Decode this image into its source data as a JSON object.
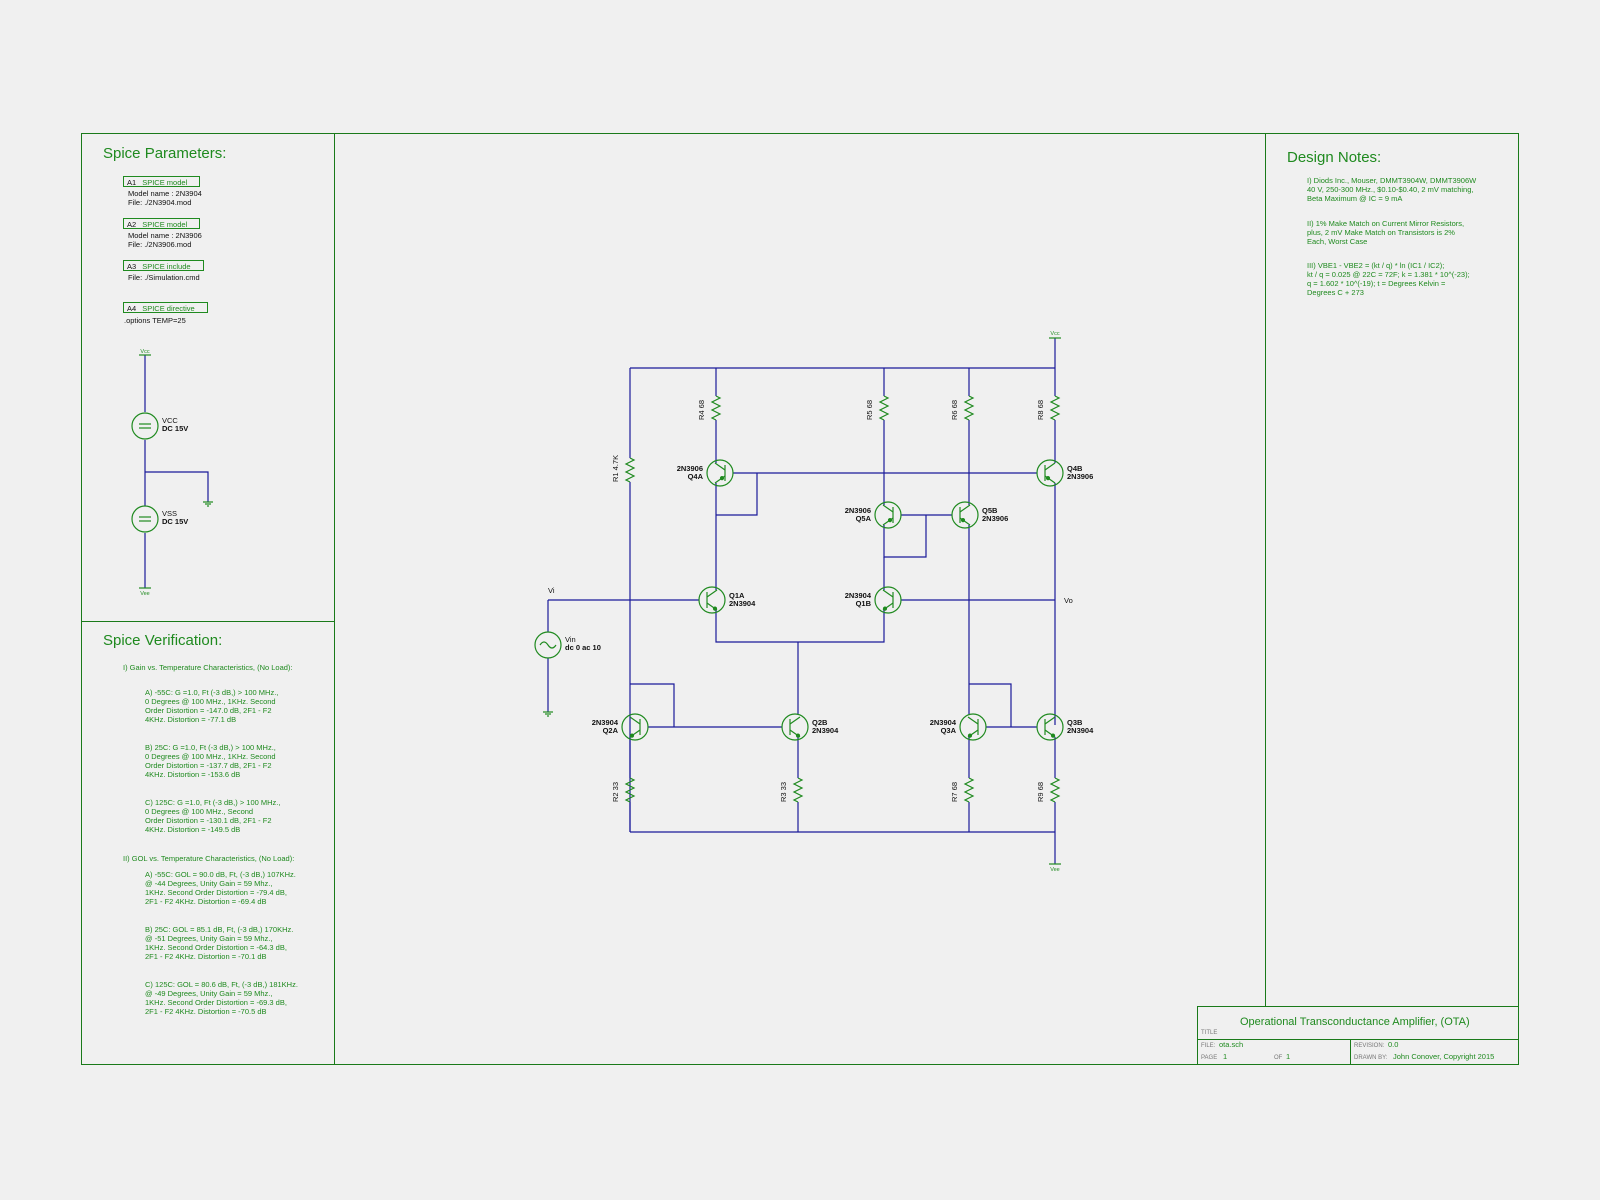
{
  "left_panel": {
    "spice_params_title": "Spice Parameters:",
    "spice_blocks": [
      {
        "id": "A1",
        "type": "SPICE model",
        "lines": [
          "Model name : 2N3904",
          "File: ./2N3904.mod"
        ]
      },
      {
        "id": "A2",
        "type": "SPICE model",
        "lines": [
          "Model name : 2N3906",
          "File: ./2N3906.mod"
        ]
      },
      {
        "id": "A3",
        "type": "SPICE include",
        "lines": [
          "File: ./Simulation.cmd"
        ]
      },
      {
        "id": "A4",
        "type": "SPICE directive",
        "lines": [
          ".options TEMP=25"
        ]
      }
    ],
    "supplies": {
      "vcc_net": "Vcc",
      "vee_net": "Vee",
      "vcc_name": "VCC",
      "vcc_value": "DC 15V",
      "vss_name": "VSS",
      "vss_value": "DC 15V"
    },
    "spice_verification_title": "Spice Verification:",
    "gain_heading": "I) Gain vs. Temperature Characteristics, (No Load):",
    "gain_items": [
      "A) -55C: G =1.0, Ft (-3 dB,) > 100 MHz.,\n0 Degrees @ 100 MHz., 1KHz. Second\nOrder Distortion = -147.0 dB, 2F1 - F2\n4KHz. Distortion = -77.1 dB",
      "B) 25C: G =1.0, Ft (-3 dB,) > 100 MHz.,\n0 Degrees @ 100 MHz., 1KHz. Second\nOrder Distortion = -137.7 dB, 2F1 - F2\n4KHz. Distortion = -153.6 dB",
      "C) 125C: G =1.0, Ft (-3 dB,) > 100 MHz.,\n0 Degrees @ 100 MHz., Second\nOrder Distortion = -130.1 dB, 2F1 - F2\n4KHz. Distortion = -149.5 dB"
    ],
    "gol_heading": "II) GOL vs. Temperature Characteristics, (No Load):",
    "gol_items": [
      "A) -55C: GOL = 90.0 dB, Ft, (-3 dB,) 107KHz.\n@ -44 Degrees, Unity Gain = 59 Mhz.,\n1KHz. Second Order Distortion = -79.4 dB,\n2F1 - F2 4KHz. Distortion = -69.4 dB",
      "B) 25C: GOL = 85.1 dB, Ft, (-3 dB,) 170KHz.\n@ -51 Degrees, Unity Gain = 59 Mhz.,\n1KHz. Second Order Distortion = -64.3 dB,\n2F1 - F2 4KHz. Distortion = -70.1 dB",
      "C) 125C: GOL = 80.6 dB, Ft, (-3 dB,) 181KHz.\n@ -49 Degrees, Unity Gain = 59 Mhz.,\n1KHz. Second Order Distortion = -69.3 dB,\n2F1 - F2 4KHz. Distortion = -70.5 dB"
    ]
  },
  "design_notes": {
    "title": "Design Notes:",
    "notes": [
      "I) Diods Inc., Mouser, DMMT3904W, DMMT3906W\n40 V, 250-300 MHz., $0.10-$0.40, 2 mV matching,\nBeta Maximum @ IC = 9 mA",
      "II) 1% Make Match on Current Mirror Resistors,\nplus, 2 mV Make Match on Transistors is 2%\nEach, Worst Case",
      "III) VBE1 - VBE2 = (kt / q) * ln (IC1 / IC2);\nkt / q = 0.025 @ 22C = 72F; k = 1.381 * 10^(-23);\nq = 1.602 * 10^(-19); t = Degrees Kelvin =\nDegrees C + 273"
    ]
  },
  "schematic": {
    "vcc_label": "Vcc",
    "vee_label": "Vee",
    "vi_label": "Vi",
    "vo_label": "Vo",
    "source_name": "Vin",
    "source_value": "dc 0 ac 10",
    "transistors": [
      {
        "ref": "Q4A",
        "part": "2N3906"
      },
      {
        "ref": "Q4B",
        "part": "2N3906"
      },
      {
        "ref": "Q5A",
        "part": "2N3906"
      },
      {
        "ref": "Q5B",
        "part": "2N3906"
      },
      {
        "ref": "Q1A",
        "part": "2N3904"
      },
      {
        "ref": "Q1B",
        "part": "2N3904"
      },
      {
        "ref": "Q2A",
        "part": "2N3904"
      },
      {
        "ref": "Q2B",
        "part": "2N3904"
      },
      {
        "ref": "Q3A",
        "part": "2N3904"
      },
      {
        "ref": "Q3B",
        "part": "2N3904"
      }
    ],
    "resistors": [
      {
        "ref": "R1",
        "value": "4.7K"
      },
      {
        "ref": "R4",
        "value": "68"
      },
      {
        "ref": "R5",
        "value": "68"
      },
      {
        "ref": "R6",
        "value": "68"
      },
      {
        "ref": "R8",
        "value": "68"
      },
      {
        "ref": "R2",
        "value": "33"
      },
      {
        "ref": "R3",
        "value": "33"
      },
      {
        "ref": "R7",
        "value": "68"
      },
      {
        "ref": "R9",
        "value": "68"
      }
    ]
  },
  "title_block": {
    "title_label": "TITLE",
    "title": "Operational Transconductance Amplifier, (OTA)",
    "file_label": "FILE:",
    "file": "ota.sch",
    "revision_label": "REVISION:",
    "revision": "0.0",
    "page_label": "PAGE",
    "page": "1",
    "of_label": "OF",
    "of": "1",
    "drawn_by_label": "DRAWN BY:",
    "drawn_by": "John Conover, Copyright 2015"
  },
  "colors": {
    "frame": "#1a7a1a",
    "text": "#1f8a1f",
    "wire": "#1a1a9a",
    "background": "#f0f0f0"
  }
}
